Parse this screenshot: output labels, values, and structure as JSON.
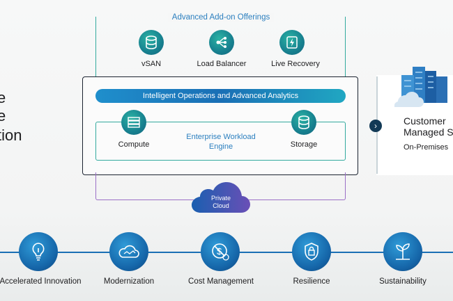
{
  "left_title": {
    "line1": "e",
    "line2": "e",
    "line3": "tion"
  },
  "addons": {
    "title": "Advanced Add-on Offerings",
    "items": [
      {
        "label": "vSAN",
        "icon": "database-icon"
      },
      {
        "label": "Load Balancer",
        "icon": "network-icon"
      },
      {
        "label": "Live Recovery",
        "icon": "bolt-icon"
      }
    ]
  },
  "ops_bar": "Intelligent Operations and Advanced Analytics",
  "engine": {
    "label_line1": "Enterprise Workload",
    "label_line2": "Engine",
    "compute": "Compute",
    "storage": "Storage"
  },
  "private_cloud": {
    "line1": "Private",
    "line2": "Cloud"
  },
  "customer": {
    "line1": "Customer",
    "line2": "Managed S",
    "sub": "On-Premises"
  },
  "pillars": [
    {
      "label": "Accelerated Innovation",
      "icon": "lightbulb-icon"
    },
    {
      "label": "Modernization",
      "icon": "cloud-icon"
    },
    {
      "label": "Cost Management",
      "icon": "dollar-icon"
    },
    {
      "label": "Resilience",
      "icon": "shield-lock-icon"
    },
    {
      "label": "Sustainability",
      "icon": "plant-icon"
    }
  ],
  "colors": {
    "teal": "#33aa9e",
    "blue": "#1a6fb5",
    "purple": "#9b6fc6",
    "navy": "#1b2330"
  }
}
